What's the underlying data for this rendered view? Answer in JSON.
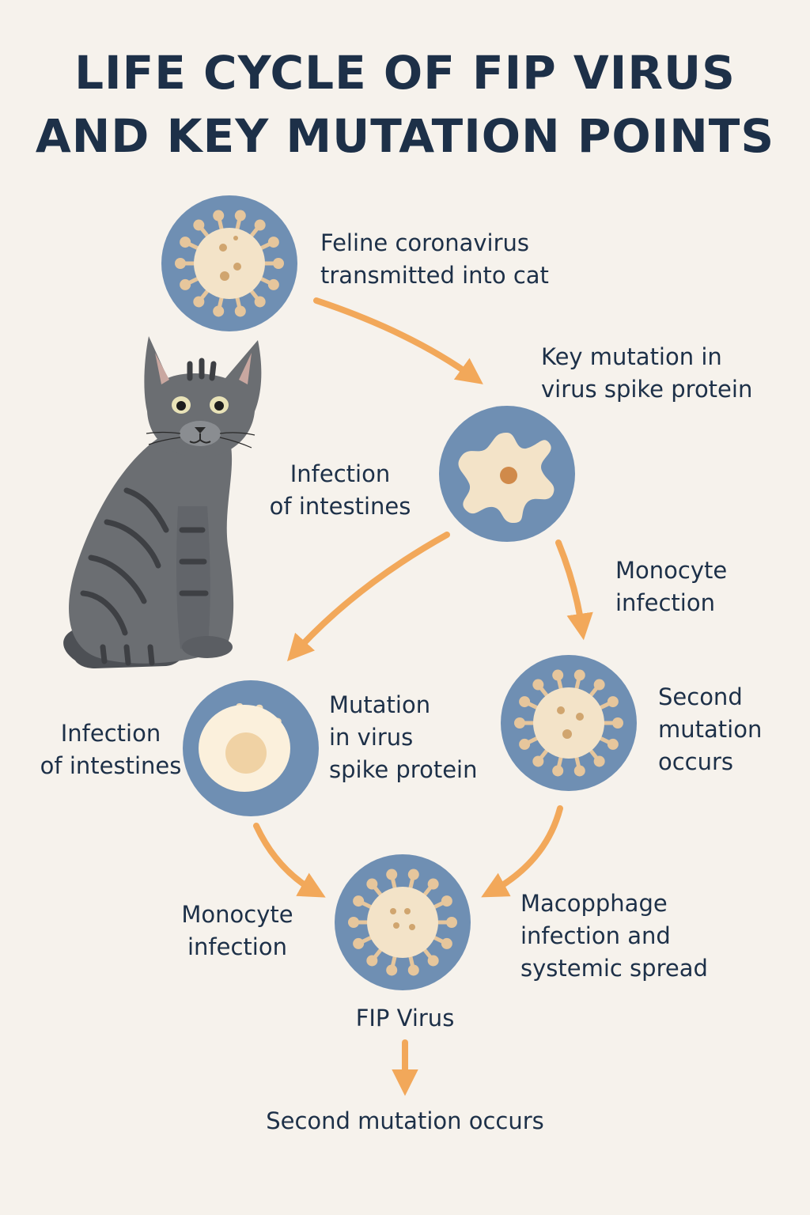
{
  "title": {
    "line1": "LIFE CYCLE OF FIP VIRUS",
    "line2": "AND KEY MUTATION POINTS"
  },
  "labels": {
    "transmitted": "Feline coronavirus\ntransmitted into cat",
    "key_mutation": "Key mutation in\nvirus spike protein",
    "infection_intestines_center": "Infection\nof intestines",
    "monocyte_infection_right": "Monocyte\ninfection",
    "infection_intestines_left": "Infection\nof intestines",
    "mutation_spike": "Mutation\nin virus\nspike protein",
    "second_mutation_right": "Second\nmutation\noccurs",
    "monocyte_infection_left": "Monocyte\ninfection",
    "macrophage": "Macopphage\ninfection and\nsystemic spread",
    "fip_virus": "FIP Virus",
    "second_mutation_bottom": "Second mutation occurs"
  },
  "colors": {
    "background": "#f6f2ec",
    "text": "#1d3048",
    "circle": "#6f8fb3",
    "virus_body": "#f3e3c8",
    "virus_spike": "#e6c69c",
    "arrow": "#f2a85a",
    "cat": "#6b6e72"
  },
  "icons": [
    "virus-icon",
    "mutated-virus-icon",
    "cell-icon",
    "cat-illustration",
    "arrow"
  ]
}
